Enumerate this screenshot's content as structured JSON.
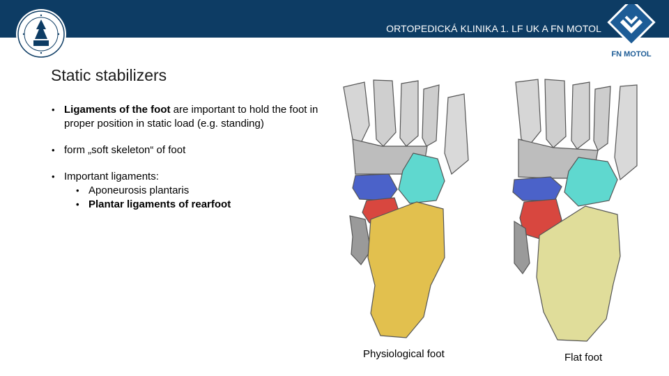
{
  "header": {
    "hospital_name": "ORTOPEDICKÁ KLINIKA 1. LF UK A FN MOTOL",
    "logo_label": "FN MOTOL",
    "bar_color": "#0d3c64"
  },
  "slide": {
    "title": "Static stabilizers",
    "bullets": {
      "b1_bold": "Ligaments of the foot",
      "b1_rest": " are important to hold the foot in proper position in static load (e.g. standing)",
      "b2": "form „soft skeleton“ of foot",
      "b3": "Important ligaments:",
      "sub1": "Aponeurosis plantaris",
      "sub2": "Plantar ligaments of rearfoot"
    }
  },
  "figures": {
    "left_caption": "Physiological foot",
    "right_caption": "Flat foot",
    "colors": {
      "calcaneus_physio": "#e2c04e",
      "calcaneus_flat": "#e0dd9a",
      "navicular": "#5fd8cf",
      "cuboid": "#4b62c9",
      "talus_head": "#d8473f",
      "bone_grey": "#c9c9c9"
    }
  }
}
